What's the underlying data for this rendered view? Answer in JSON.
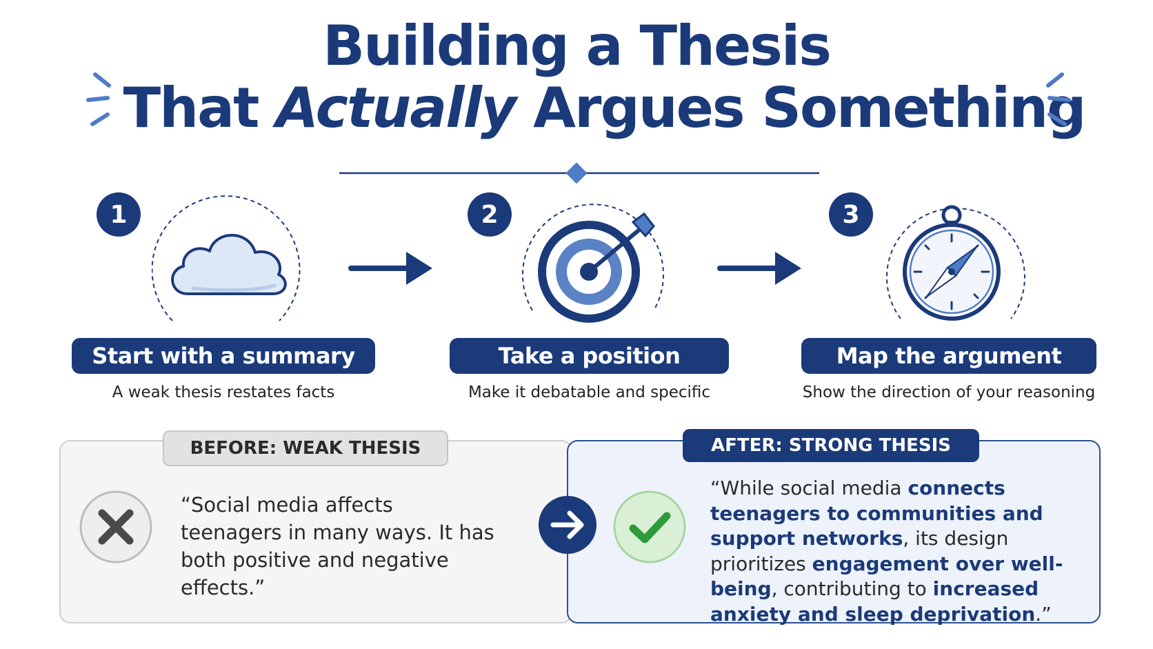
{
  "title": {
    "line1": "Building a Thesis",
    "line2_pre": "That ",
    "line2_em": "Actually",
    "line2_post": " Argues Something"
  },
  "steps": [
    {
      "number": "1",
      "label": "Start with a summary",
      "description": "A weak thesis restates facts",
      "icon": "cloud-icon"
    },
    {
      "number": "2",
      "label": "Take a position",
      "description": "Make it debatable and specific",
      "icon": "target-icon"
    },
    {
      "number": "3",
      "label": "Map the argument",
      "description": "Show the direction of your reasoning",
      "icon": "compass-icon"
    }
  ],
  "before": {
    "tag": "BEFORE: WEAK THESIS",
    "icon": "x-icon",
    "quote": "“Social media affects teenagers in many ways. It has both positive and negative effects.”"
  },
  "after": {
    "tag": "AFTER: STRONG THESIS",
    "icon": "check-icon",
    "quote_parts": [
      {
        "text": "“While social media ",
        "bold": false
      },
      {
        "text": "connects teenagers to communities and support networks",
        "bold": true
      },
      {
        "text": ", its design prioritizes ",
        "bold": false
      },
      {
        "text": "engagement over well-being",
        "bold": true
      },
      {
        "text": ", contributing to ",
        "bold": false
      },
      {
        "text": "increased anxiety and sleep deprivation",
        "bold": true
      },
      {
        "text": ".”",
        "bold": false
      }
    ]
  },
  "colors": {
    "navy": "#1b3a7a",
    "accent": "#4f7cc6",
    "success": "#2e9a3a",
    "muted": "#555555"
  }
}
